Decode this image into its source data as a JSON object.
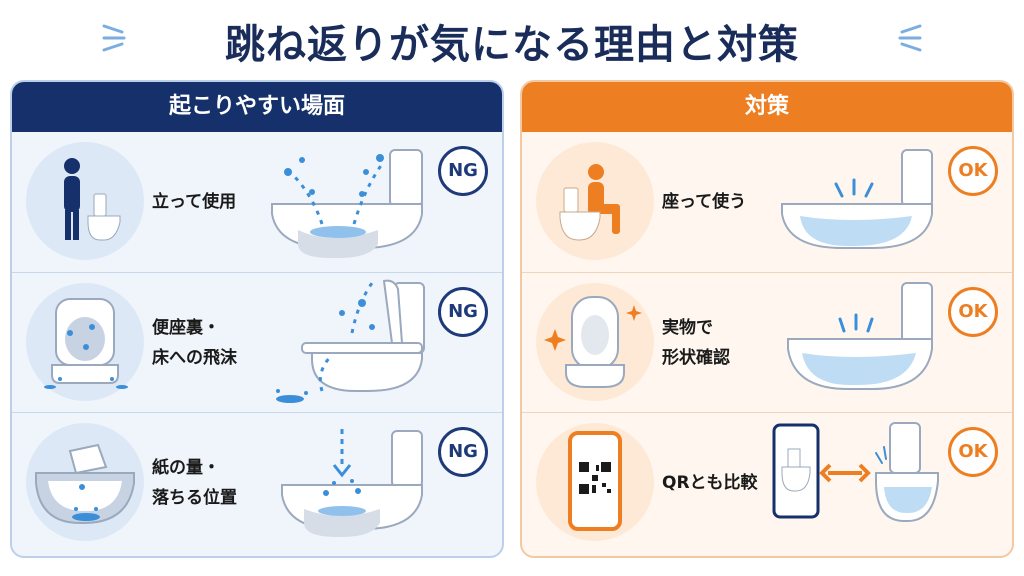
{
  "title": "跳ね返りが気になる理由と対策",
  "colors": {
    "navy": "#15306b",
    "orange": "#ee7e22",
    "water": "#3b8fd9",
    "light_blue_bg": "#f0f5fc",
    "light_orange_bg": "#fff7ef"
  },
  "left_panel": {
    "header": "起こりやすい場面",
    "rows": [
      {
        "label_lines": [
          "立って使用"
        ],
        "badge": "NG",
        "icon": "standing-person-icon",
        "illustration": "toilet-splash-illustration"
      },
      {
        "label_lines": [
          "便座裏・",
          "床への飛沫"
        ],
        "badge": "NG",
        "icon": "toilet-seat-splash-icon",
        "illustration": "seat-underside-splash-illustration"
      },
      {
        "label_lines": [
          "紙の量・",
          "落ちる位置"
        ],
        "badge": "NG",
        "icon": "paper-in-bowl-icon",
        "illustration": "falling-drop-illustration"
      }
    ]
  },
  "right_panel": {
    "header": "対策",
    "rows": [
      {
        "label_lines": [
          "座って使う"
        ],
        "badge": "OK",
        "icon": "sitting-person-icon",
        "illustration": "calm-water-illustration"
      },
      {
        "label_lines": [
          "実物で",
          "形状確認"
        ],
        "badge": "OK",
        "icon": "toilet-top-view-icon",
        "illustration": "bowl-shape-illustration"
      },
      {
        "label_lines": [
          "QRとも比較"
        ],
        "badge": "OK",
        "icon": "qr-phone-icon",
        "illustration": "phone-compare-illustration"
      }
    ]
  }
}
